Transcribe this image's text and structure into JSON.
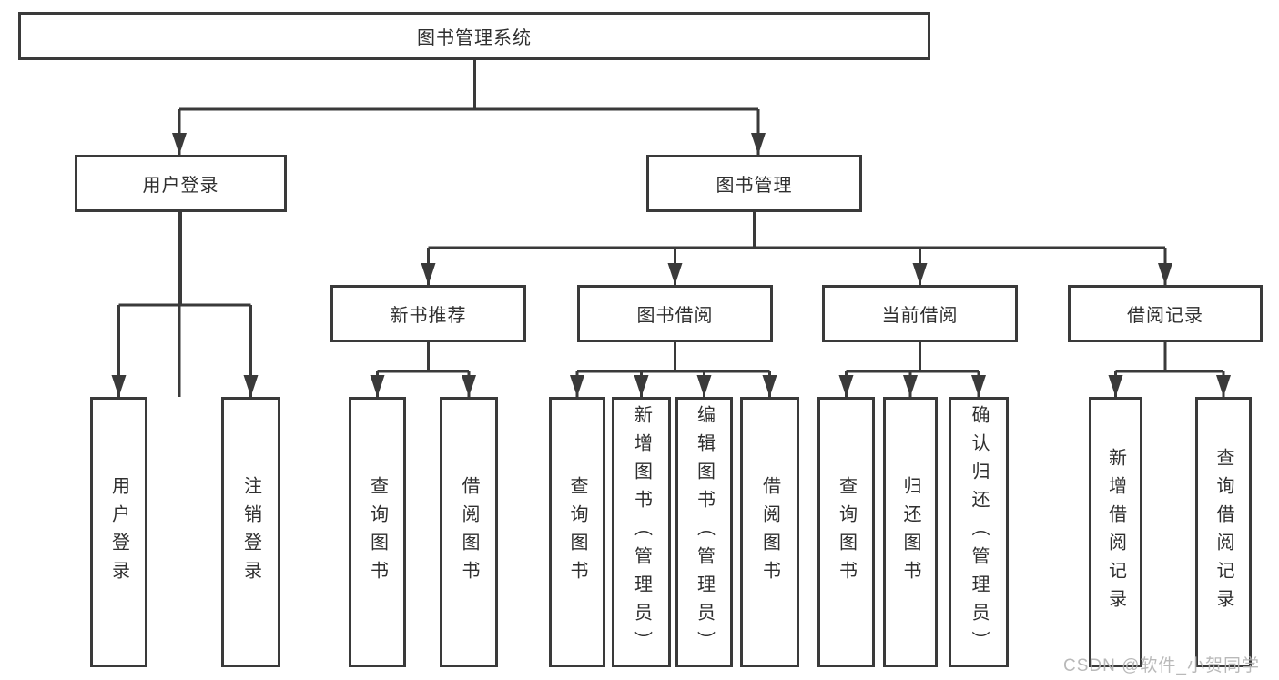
{
  "nodes": {
    "root": "图书管理系统",
    "level2": [
      "用户登录",
      "图书管理"
    ],
    "level3": [
      "新书推荐",
      "图书借阅",
      "当前借阅",
      "借阅记录"
    ],
    "leaves": {
      "user_login": [
        "用户登录",
        "注销登录"
      ],
      "new_books": [
        "查询图书",
        "借阅图书"
      ],
      "book_borrow": [
        "查询图书",
        "新增图书（管理员）",
        "编辑图书（管理员）",
        "借阅图书"
      ],
      "current_borrow": [
        "查询图书",
        "归还图书",
        "确认归还（管理员）"
      ],
      "borrow_records": [
        "新增借阅记录",
        "查询借阅记录"
      ]
    }
  },
  "watermark": "CSDN @软件_小贺同学",
  "colors": {
    "line": "#3a3a3a",
    "text": "#2f2f2f",
    "box_bg": "#ffffff",
    "watermark": "#b4b4b4",
    "background": "#ffffff"
  }
}
